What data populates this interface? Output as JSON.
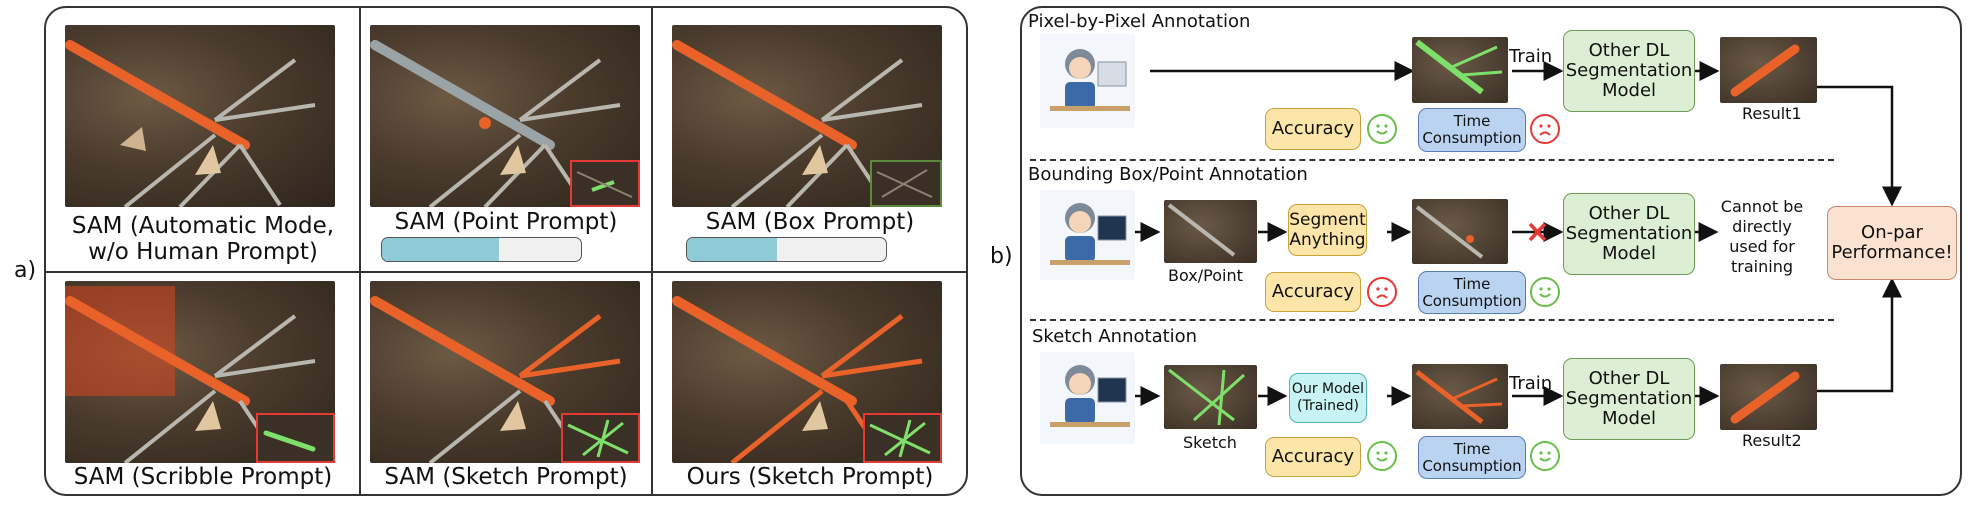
{
  "labels": {
    "a": "a)",
    "b": "b)"
  },
  "panel_a": {
    "captions": [
      [
        "SAM (Automatic Mode,",
        "w/o Human Prompt)"
      ],
      [
        "SAM (Point Prompt)"
      ],
      [
        "SAM (Box Prompt)"
      ],
      [
        "SAM (Scribble Prompt)"
      ],
      [
        "SAM (Sketch Prompt)"
      ],
      [
        "Ours (Sketch Prompt)"
      ]
    ],
    "progress": {
      "point_prompt": 0.59,
      "box_prompt": 0.45
    },
    "colors": {
      "mask_orange": "#e8622a",
      "mask_gray": "#9aa3a6",
      "sketch_green": "#7ee06a",
      "inset_red": "#e53935",
      "bar_fill": "#8ecbd6"
    }
  },
  "panel_b": {
    "row1": {
      "title": "Pixel-by-Pixel Annotation",
      "train": "Train",
      "model": [
        "Other DL",
        "Segmentation",
        "Model"
      ],
      "accuracy": "Accuracy",
      "time": [
        "Time",
        "Consumption"
      ],
      "result": "Result1"
    },
    "row2": {
      "title": "Bounding Box/Point Annotation",
      "sam": [
        "Segment",
        "Anything"
      ],
      "box_point": "Box/Point",
      "accuracy": "Accuracy",
      "time": [
        "Time",
        "Consumption"
      ],
      "model": [
        "Other DL",
        "Segmentation",
        "Model"
      ],
      "cannot": [
        "Cannot be",
        "directly",
        "used for",
        "training"
      ]
    },
    "row3": {
      "title": "Sketch Annotation",
      "ourmodel": [
        "Our Model",
        "(Trained)"
      ],
      "sketch": "Sketch",
      "train": "Train",
      "accuracy": "Accuracy",
      "time": [
        "Time",
        "Consumption"
      ],
      "model": [
        "Other DL",
        "Segmentation",
        "Model"
      ],
      "result": "Result2"
    },
    "onpar": [
      "On-par",
      "Performance!"
    ],
    "faces": {
      "row1_accuracy": "happy-face-icon",
      "row1_time": "sad-face-icon",
      "row2_accuracy": "sad-face-icon",
      "row2_time": "happy-face-icon",
      "row3_accuracy": "happy-face-icon",
      "row3_time": "happy-face-icon"
    }
  }
}
